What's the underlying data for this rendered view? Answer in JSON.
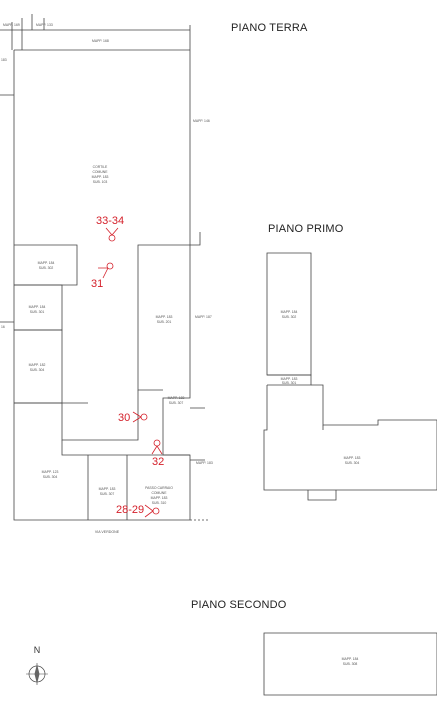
{
  "titles": {
    "ground": "PIANO TERRA",
    "first": "PIANO PRIMO",
    "second": "PIANO SECONDO"
  },
  "north": "N",
  "street": "VIA VERDONE",
  "parcels": {
    "top_left_1": "MAPP. 169",
    "top_left_2": "MAPP. 133",
    "top": "MAPP. 168",
    "right_top": "MAPP. 146",
    "left_edge_top": "183",
    "left_edge_mid": "16",
    "courtyard": [
      "CORTILE",
      "COMUNE",
      "MAPP. 183",
      "SUB. 103"
    ],
    "g1": [
      "MAPP. 184",
      "SUB. 302"
    ],
    "g2": [
      "MAPP. 184",
      "SUB. 301"
    ],
    "g3": [
      "MAPP. 182",
      "SUB. 304"
    ],
    "g4": [
      "MAPP. 123",
      "SUB. 304"
    ],
    "g5": [
      "MAPP. 183",
      "SUB. 201"
    ],
    "g6": [
      "MAPP. 183",
      "SUB. 307"
    ],
    "g7": [
      "MAPP. 183",
      "SUB. 307"
    ],
    "g8": [
      "PASSO CARRAIO",
      "COMUNE",
      "MAPP. 183",
      "SUB. 310"
    ],
    "right_mid": "MAPP. 187",
    "right_low": "MAPP. 183",
    "f1": [
      "MAPP. 184",
      "SUB. 302"
    ],
    "f2": [
      "MAPP. 183",
      "SUB. 301"
    ],
    "f3": [
      "MAPP. 183",
      "SUB. 304"
    ],
    "s1": [
      "MAPP. 184",
      "SUB. 308"
    ]
  },
  "photo_points": {
    "p1": "33-34",
    "p2": "31",
    "p3": "30",
    "p4": "32",
    "p5": "28-29"
  }
}
